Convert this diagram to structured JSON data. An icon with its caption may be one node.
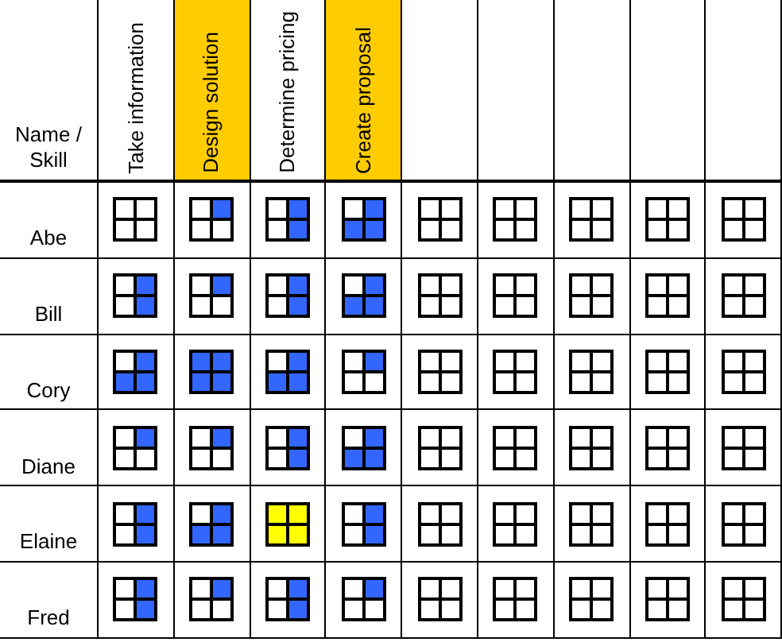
{
  "diagram": {
    "labels": [
      "Name / Skill",
      "Take information",
      "Design solution",
      "Determine pricing",
      "Create proposal",
      "Abe",
      "Bill",
      "Cory",
      "Diane",
      "Elaine",
      "Fred"
    ]
  }
}
